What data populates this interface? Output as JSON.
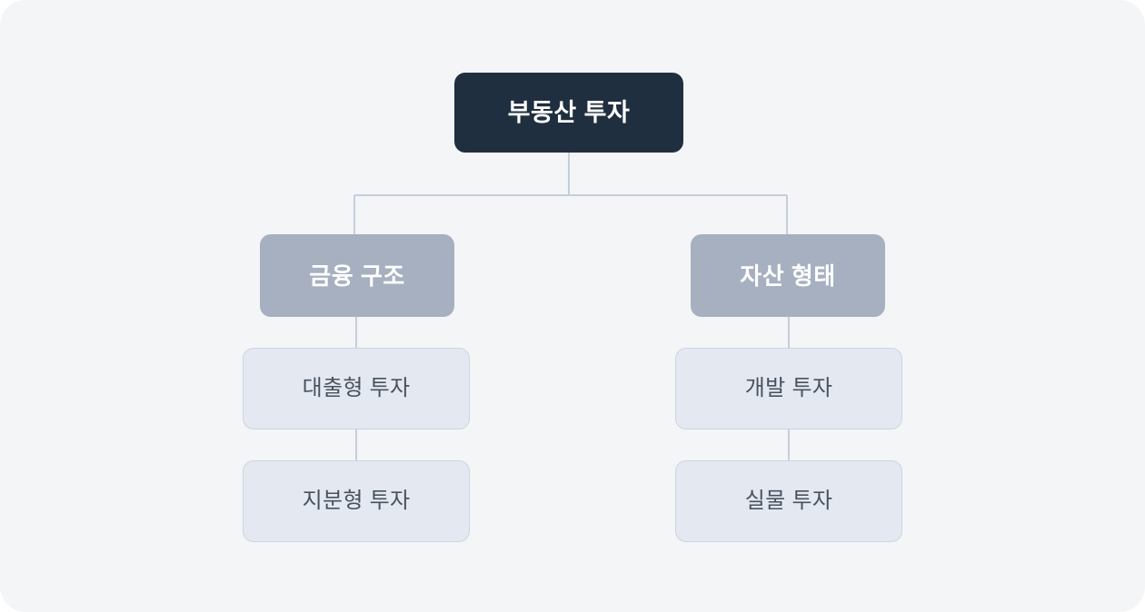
{
  "diagram": {
    "type": "hierarchy-tree",
    "orientation": "top-down",
    "background_color": "#f4f5f7",
    "connector_color": "#c5cedd",
    "root": {
      "label": "부동산 투자",
      "background_color": "#202f3f",
      "text_color": "#ffffff"
    },
    "branches": [
      {
        "label": "금융 구조",
        "background_color": "#a6b0c0",
        "text_color": "#ffffff",
        "children": [
          {
            "label": "대출형 투자",
            "background_color": "#e4e9f1",
            "border_color": "#ccd4e0",
            "text_color": "#48525f"
          },
          {
            "label": "지분형 투자",
            "background_color": "#e4e9f1",
            "border_color": "#ccd4e0",
            "text_color": "#48525f"
          }
        ]
      },
      {
        "label": "자산 형태",
        "background_color": "#a6b0c0",
        "text_color": "#ffffff",
        "children": [
          {
            "label": "개발 투자",
            "background_color": "#e4e9f1",
            "border_color": "#ccd4e0",
            "text_color": "#48525f"
          },
          {
            "label": "실물 투자",
            "background_color": "#e4e9f1",
            "border_color": "#ccd4e0",
            "text_color": "#48525f"
          }
        ]
      }
    ]
  }
}
